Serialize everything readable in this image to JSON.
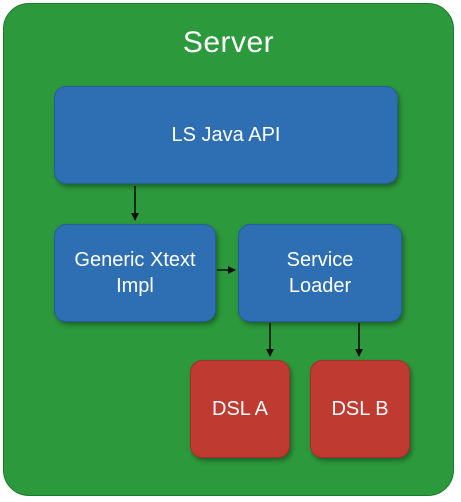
{
  "server": {
    "title": "Server",
    "fill_color": "#2c9a3c"
  },
  "components": {
    "ls_java_api": "LS Java API",
    "generic_xtext_impl": "Generic Xtext\nImpl",
    "service_loader": "Service\nLoader",
    "dsl_a": "DSL A",
    "dsl_b": "DSL B"
  },
  "colors": {
    "component_blue": "#2e6fb3",
    "dsl_red": "#bf3a30",
    "arrow": "#111111"
  },
  "connections": [
    {
      "from": "LS Java API",
      "to": "Generic Xtext Impl"
    },
    {
      "from": "Generic Xtext Impl",
      "to": "Service Loader"
    },
    {
      "from": "Service Loader",
      "to": "DSL A"
    },
    {
      "from": "Service Loader",
      "to": "DSL B"
    }
  ]
}
